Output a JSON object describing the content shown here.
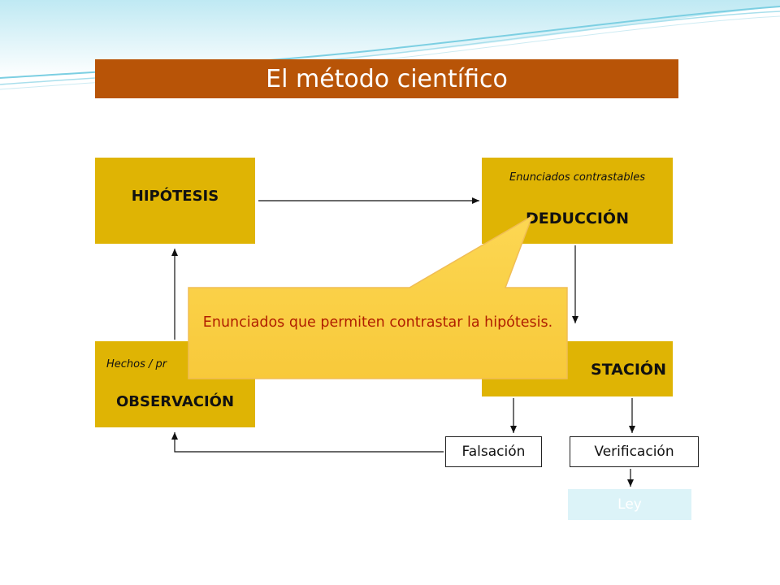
{
  "colors": {
    "title_bg": "#b85407",
    "box_fill": "#dfb404",
    "callout_fill": "#fbd34a",
    "callout_text": "#b01e00",
    "ley_fill": "#dcf3f8",
    "wave": "#6fc7dd"
  },
  "title": "El método científico",
  "boxes": {
    "hipotesis": {
      "label": "HIPÓTESIS"
    },
    "deduccion": {
      "label": "DEDUCCIÓN",
      "sublabel": "Enunciados contrastables"
    },
    "observacion": {
      "label": "OBSERVACIÓN",
      "sublabel": "Hechos / pr"
    },
    "contrastacion": {
      "label": "STACIÓN"
    },
    "falsacion": {
      "label": "Falsación"
    },
    "verificacion": {
      "label": "Verificación"
    },
    "ley": {
      "label": "Ley"
    }
  },
  "callout": {
    "text": "Enunciados que permiten contrastar la hipótesis."
  }
}
